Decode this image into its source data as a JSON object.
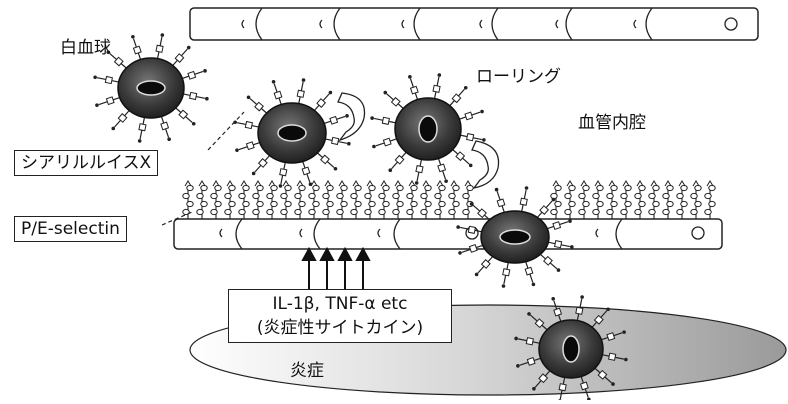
{
  "labels": {
    "leukocyte": "白血球",
    "rolling": "ローリング",
    "lumen": "血管内腔",
    "sialyl_lewis_x": "シアリルルイスX",
    "selectin": "P/E-selectin",
    "cytokine_line1": "IL-1β, TNF-α etc",
    "cytokine_line2": "(炎症性サイトカイン)",
    "inflammation": "炎症"
  },
  "colors": {
    "stroke": "#222222",
    "cell_body": "#3a3a3a",
    "nucleus": "#0a0a0a",
    "background": "#ffffff"
  }
}
